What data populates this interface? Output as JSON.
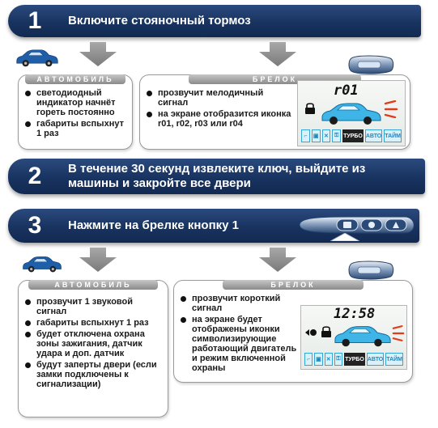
{
  "steps": [
    {
      "number": "1",
      "text": "Включите стояночный тормоз"
    },
    {
      "number": "2",
      "text": "В течение 30 секунд извлеките ключ, выйдите из машины и закройте все двери"
    },
    {
      "number": "3",
      "text": "Нажмите на брелке кнопку 1"
    }
  ],
  "section1": {
    "car_title": "АВТОМОБИЛЬ",
    "car_items": [
      "светодиодный индикатор начнёт гореть постоянно",
      "габариты вспыхнут 1 раз"
    ],
    "fob_title": "БРЕЛОК",
    "fob_items": [
      "прозвучит мелодичный сигнал",
      "на экране отобразится иконка r01, r02, r03 или r04"
    ],
    "lcd_text": "r01"
  },
  "section3": {
    "car_title": "АВТОМОБИЛЬ",
    "car_items": [
      "прозвучит 1 звуковой сигнал",
      "габариты вспыхнут 1 раз",
      "будет отключена охрана зоны зажигания, датчик удара и доп. датчик",
      "будут заперты двери (если замки подключены к сигнализации)"
    ],
    "fob_title": "БРЕЛОК",
    "fob_items": [
      "прозвучит короткий сигнал",
      "на экране будет отображены иконки символизирующие работающий двигатель и режим включенной охраны"
    ],
    "lcd_text": "12:58"
  },
  "lcd_icons": {
    "turbo": "ТУРБО",
    "auto": "АВТО",
    "timer": "ТАЙМ"
  },
  "colors": {
    "banner": "#1b3660",
    "arrow": "#8c8c8c",
    "car": "#1f5ea8",
    "lcd_icon": "#35a5d8"
  }
}
